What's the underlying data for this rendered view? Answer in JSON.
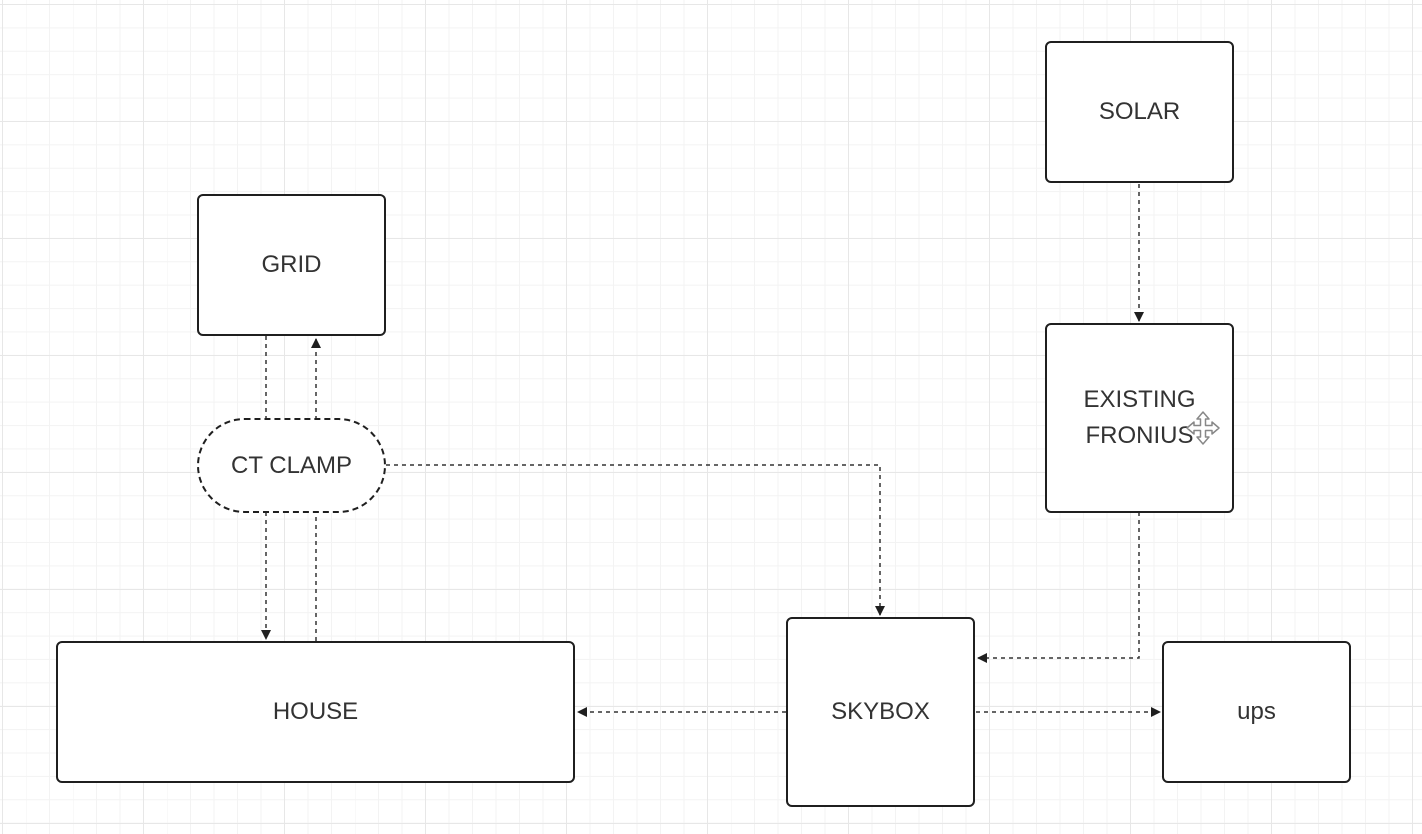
{
  "nodes": {
    "solar": "SOLAR",
    "grid": "GRID",
    "fronius_line1": "EXISTING",
    "fronius_line2": "FRONIUS",
    "ct_clamp": "CT CLAMP",
    "house": "HOUSE",
    "skybox": "SKYBOX",
    "ups": "ups"
  },
  "colors": {
    "stroke": "#1f1f1f",
    "text": "#333333",
    "grid_major": "#e7e7e7",
    "grid_minor": "#f3f3f3"
  },
  "icons": {
    "cursor": "move-cursor-icon"
  }
}
